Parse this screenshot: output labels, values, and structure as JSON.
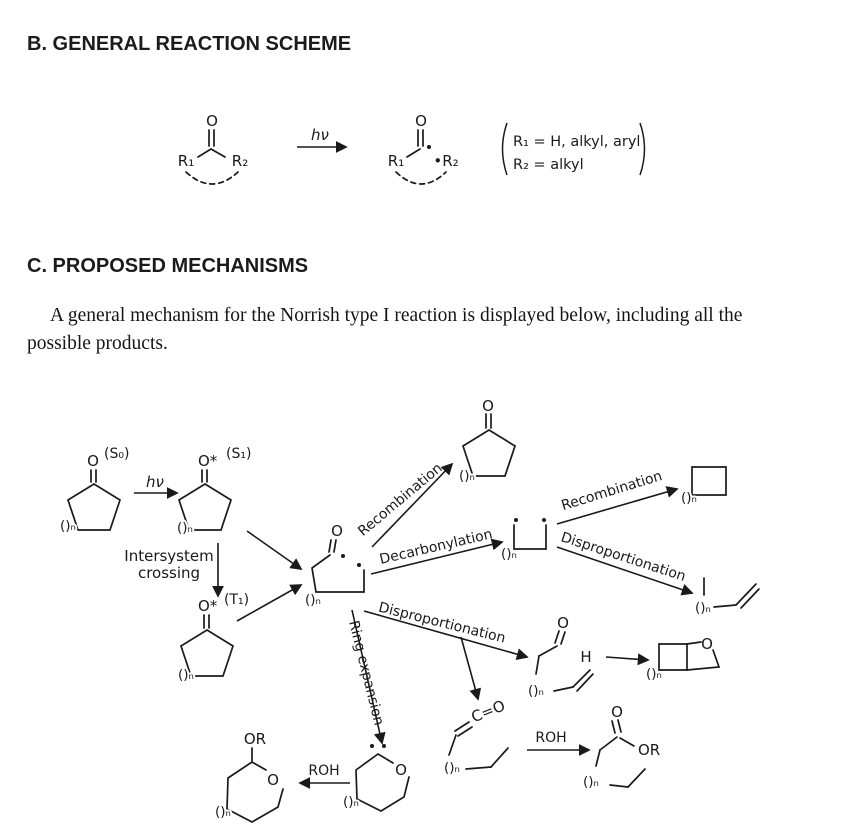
{
  "page": {
    "background": "#ffffff",
    "text_color": "#1a1a1a"
  },
  "section_b": {
    "heading": "B. GENERAL REACTION SCHEME",
    "scheme": {
      "reactant": {
        "carbonyl_o": "O",
        "r1": "R₁",
        "r2": "R₂"
      },
      "arrow_label": "hν",
      "product": {
        "carbonyl_o": "O",
        "r1": "R₁",
        "r2_radical": "•R₂"
      },
      "conditions_line1": "R₁ = H, alkyl, aryl",
      "conditions_line2": "R₂ = alkyl"
    }
  },
  "section_c": {
    "heading": "C. PROPOSED MECHANISMS",
    "paragraph": "A general mechanism for the Norrish type I reaction is displayed below, including all the possible products."
  },
  "mechanism": {
    "ring_subscript": "()ₙ",
    "ground_state": {
      "o": "O",
      "label": "(S₀)"
    },
    "hv_label": "hν",
    "singlet": {
      "o": "O*",
      "label": "(S₁)"
    },
    "isc_label_line1": "Intersystem",
    "isc_label_line2": "crossing",
    "triplet": {
      "o": "O*",
      "label": "(T₁)"
    },
    "acyl_alkyl_biradical": {
      "o": "O"
    },
    "labels": {
      "recombination_top": "Recombination",
      "decarbonylation": "Decarbonylation",
      "recombination_right": "Recombination",
      "disproportionation_right": "Disproportionation",
      "disproportionation_main": "Disproportionation",
      "ring_expansion": "Ring expansion",
      "roh_ester": "ROH",
      "roh_acetal": "ROH"
    },
    "cyclic_ketone": {
      "o": "O"
    },
    "alkene_aldehyde": {
      "o": "O",
      "h": "H"
    },
    "bicyclic_ether": {
      "o": "O"
    },
    "ketene": {
      "c_o": "C=O"
    },
    "ester": {
      "o": "O",
      "or": "OR"
    },
    "ring_expanded_carbene": {
      "o": "O"
    },
    "acetal": {
      "or": "OR",
      "o": "O"
    }
  }
}
